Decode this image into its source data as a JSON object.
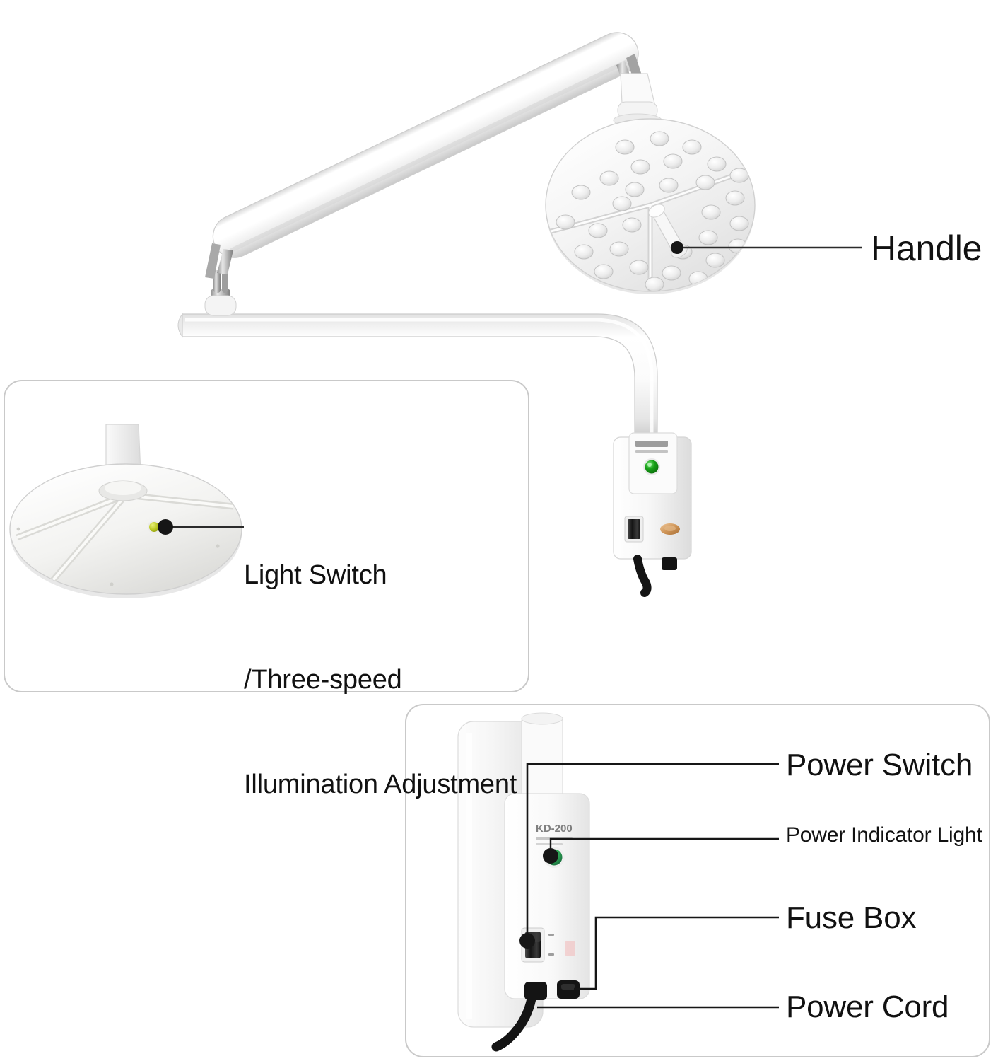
{
  "figure": {
    "type": "product-diagram",
    "subject": "LED surgical examination lamp with wall-mount arm",
    "background_color": "#ffffff",
    "text_color": "#111111",
    "panel_border_color": "#c9c9c9",
    "leader_line_color": "#2b2b2b"
  },
  "callouts": {
    "handle": {
      "label": "Handle",
      "dot_name": "handle-callout-dot"
    },
    "light_switch": {
      "line1": "Light Switch",
      "line2": "/Three-speed",
      "line3": "Illumination Adjustment",
      "dot_name": "light-switch-callout-dot"
    },
    "power_switch": {
      "label": "Power Switch",
      "dot_name": "power-switch-callout-dot"
    },
    "power_indicator": {
      "label": "Power Indicator Light",
      "dot_name": "power-indicator-callout-dot"
    },
    "fuse_box": {
      "label": "Fuse Box",
      "dot_name": "fuse-box-callout-dot"
    },
    "power_cord": {
      "label": "Power Cord",
      "dot_name": "power-cord-callout-dot"
    }
  },
  "parts": {
    "lamp_head": {
      "name": "LED lamp head",
      "body_color": "#f2f2f2",
      "sector_count": 3,
      "led_count": 30
    },
    "spring_arm": {
      "name": "Upper spring balance arm",
      "color": "#fbfbfb"
    },
    "lower_arm": {
      "name": "Lower horizontal arm",
      "color": "#fafafa"
    },
    "control_box": {
      "name": "Wall mount control box",
      "body_color": "#f6f6f6",
      "model_text": "KD-200",
      "indicator_color": "#1ea01e",
      "fuse_color": "#d49a5c",
      "switch_color": "#1c1c1c"
    },
    "power_cord": {
      "name": "Power cord",
      "color": "#141414"
    },
    "light_switch_button": {
      "name": "Light switch button",
      "color": "#b8c820"
    }
  },
  "insets": {
    "left": {
      "name": "Lamp head underside detail",
      "shows": "Light switch / three-speed illumination adjustment button"
    },
    "right": {
      "name": "Control box detail",
      "shows": "Power switch, power indicator light, fuse box, power cord"
    }
  }
}
